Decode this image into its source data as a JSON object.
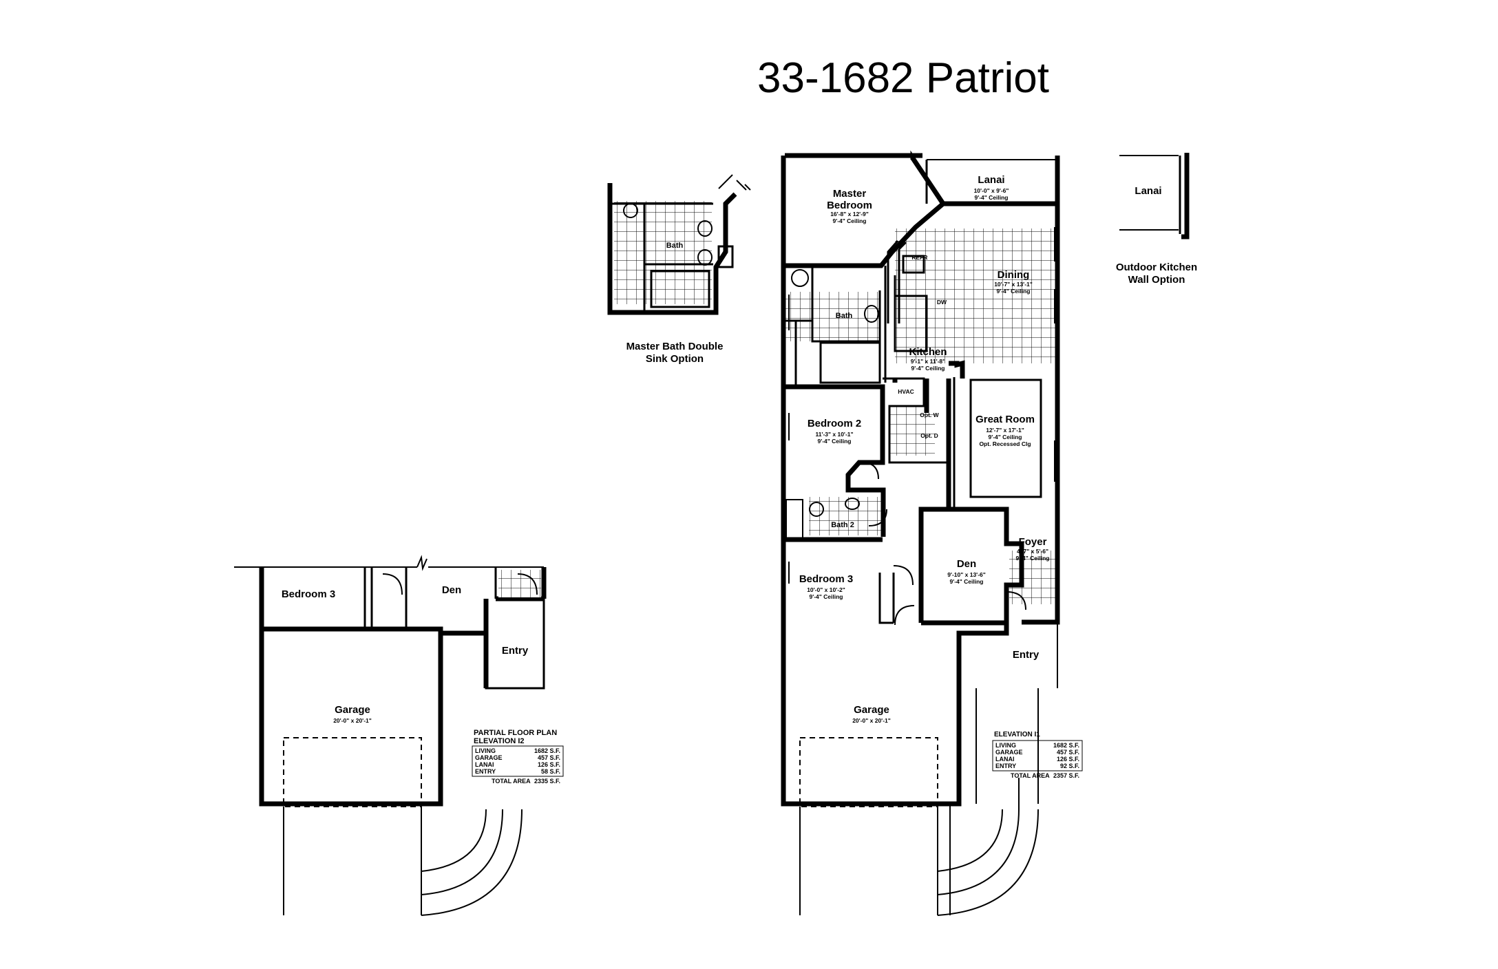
{
  "title": "33-1682 Patriot",
  "main_plan": {
    "master_bedroom": {
      "name": "Master",
      "name2": "Bedroom",
      "size": "16'-8\" x 12'-9\"",
      "ceiling": "9'-4\" Ceiling"
    },
    "lanai": {
      "name": "Lanai",
      "size": "10'-0\" x 9'-6\"",
      "ceiling": "9'-4\" Ceiling"
    },
    "dining": {
      "name": "Dining",
      "size": "10'-7\" x 13'-1\"",
      "ceiling": "9'-4\" Ceiling"
    },
    "bath": {
      "name": "Bath"
    },
    "kitchen": {
      "name": "Kitchen",
      "size": "9'-1\" x 11'-8\"",
      "ceiling": "9'-4\" Ceiling"
    },
    "hvac": "HVAC",
    "refr": "REFR",
    "dw": "DW",
    "bedroom2": {
      "name": "Bedroom 2",
      "size": "11'-3\" x 10'-1\"",
      "ceiling": "9'-4\" Ceiling"
    },
    "great_room": {
      "name": "Great Room",
      "size": "12'-7\" x 17'-1\"",
      "ceiling": "9'-4\" Ceiling",
      "note": "Opt. Recessed Clg"
    },
    "opt_w": "Opt. W",
    "opt_d": "Opt. D",
    "bath2": {
      "name": "Bath 2"
    },
    "foyer": {
      "name": "Foyer",
      "size": "4'-7\" x 5'-6\"",
      "ceiling": "9'-4\" Ceiling"
    },
    "bedroom3": {
      "name": "Bedroom 3",
      "size": "10'-0\" x 10'-2\"",
      "ceiling": "9'-4\" Ceiling"
    },
    "den": {
      "name": "Den",
      "size": "9'-10\" x 13'-6\"",
      "ceiling": "9'-4\" Ceiling"
    },
    "entry": {
      "name": "Entry"
    },
    "garage": {
      "name": "Garage",
      "size": "20'-0\" x 20'-1\""
    }
  },
  "elevation1_table": {
    "heading": "ELEVATION I1",
    "rows": [
      {
        "label": "LIVING",
        "value": "1682 S.F."
      },
      {
        "label": "GARAGE",
        "value": "457 S.F."
      },
      {
        "label": "LANAI",
        "value": "126 S.F."
      },
      {
        "label": "ENTRY",
        "value": "92 S.F."
      }
    ],
    "total_label": "TOTAL AREA",
    "total_value": "2357 S.F."
  },
  "partial_plan": {
    "bedroom3": "Bedroom 3",
    "den": "Den",
    "entry": "Entry",
    "garage": {
      "name": "Garage",
      "size": "20'-0\" x 20'-1\""
    }
  },
  "elevation2_table": {
    "heading1": "PARTIAL FLOOR PLAN",
    "heading2": "ELEVATION I2",
    "rows": [
      {
        "label": "LIVING",
        "value": "1682 S.F."
      },
      {
        "label": "GARAGE",
        "value": "457 S.F."
      },
      {
        "label": "LANAI",
        "value": "126 S.F."
      },
      {
        "label": "ENTRY",
        "value": "58 S.F."
      }
    ],
    "total_label": "TOTAL AREA",
    "total_value": "2335 S.F."
  },
  "master_bath_option": {
    "room": "Bath",
    "caption1": "Master Bath Double",
    "caption2": "Sink Option"
  },
  "outdoor_kitchen_option": {
    "room": "Lanai",
    "caption1": "Outdoor Kitchen",
    "caption2": "Wall Option"
  }
}
